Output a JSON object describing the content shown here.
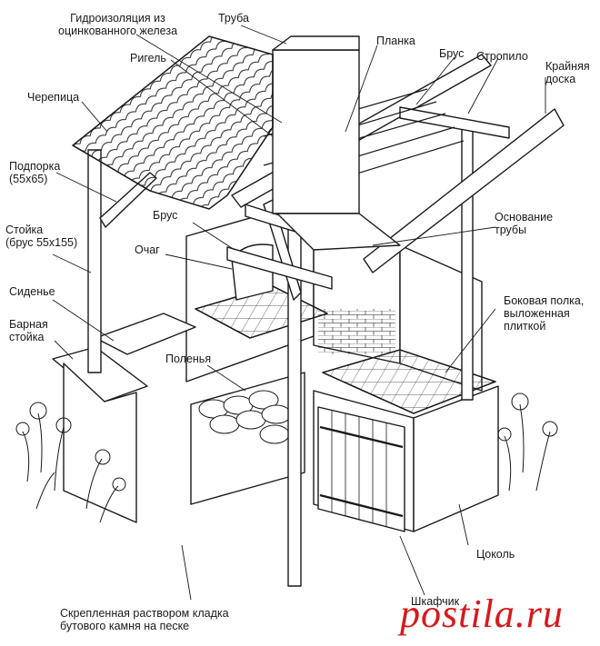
{
  "labels": {
    "waterproofing": "Гидроизоляция из\nоцинкованного железа",
    "chimney": "Труба",
    "crossbar": "Ригель",
    "slat": "Планка",
    "beam_top": "Брус",
    "rafter": "Стропило",
    "edge_board": "Крайняя\nдоска",
    "roof_tile": "Черепица",
    "brace": "Подпорка\n(55х65)",
    "post": "Стойка\n(брус 55х155)",
    "beam_mid": "Брус",
    "hearth": "Очаг",
    "chimney_base": "Основание\nтрубы",
    "seat": "Сиденье",
    "bar_counter": "Барная\nстойка",
    "side_shelf": "Боковая полка,\nвыложенная\nплиткой",
    "firewood": "Поленья",
    "plinth": "Цоколь",
    "cabinet": "Шкафчик",
    "foundation": "Скрепленная раствором кладка\nбутового камня на песке"
  },
  "watermark": "postila.ru",
  "colors": {
    "ink": "#1a1a1a",
    "watermark": "#d8191c"
  }
}
